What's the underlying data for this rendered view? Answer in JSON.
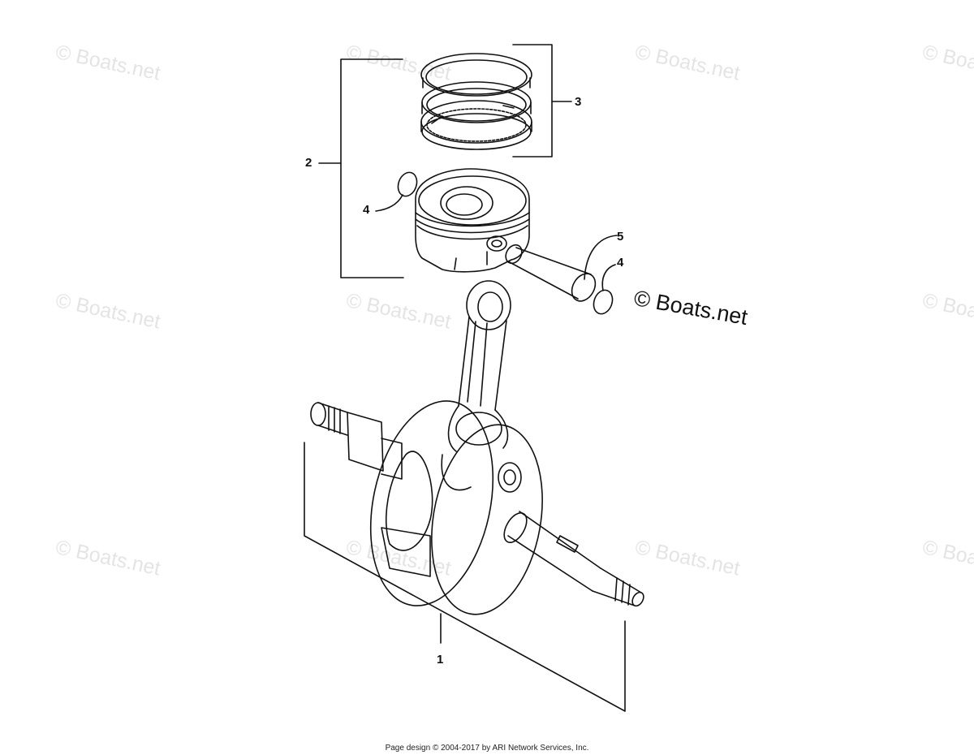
{
  "watermarks": {
    "faded_text": "© Boats.net",
    "main_text": "© Boats.net"
  },
  "callouts": {
    "crankshaft": "1",
    "piston_assembly": "2",
    "piston_rings": "3",
    "circlip_left": "4",
    "piston_pin": "5",
    "circlip_right": "4"
  },
  "footer": {
    "text": "Page design © 2004-2017 by ARI Network Services, Inc."
  }
}
